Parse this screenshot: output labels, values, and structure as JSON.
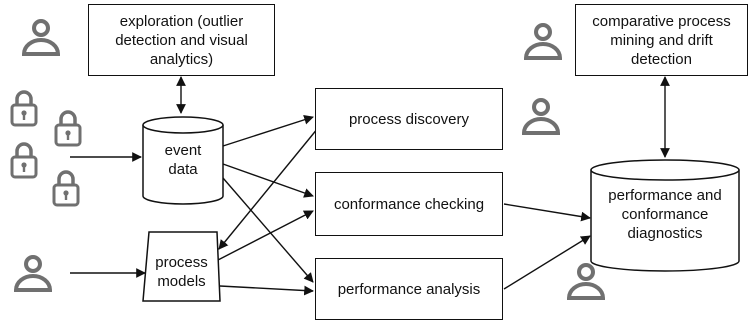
{
  "nodes": {
    "exploration": "exploration (outlier\ndetection and visual\nanalytics)",
    "event_data": "event\ndata",
    "process_models": "process\nmodels",
    "process_discovery": "process discovery",
    "conformance_checking": "conformance checking",
    "performance_analysis": "performance analysis",
    "comparative": "comparative process\nmining and drift\ndetection",
    "diagnostics": "performance and\nconformance\ndiagnostics"
  },
  "colors": {
    "stroke": "#111111",
    "icon": "#707070"
  },
  "icons": [
    "user-icon",
    "lock-icon"
  ]
}
